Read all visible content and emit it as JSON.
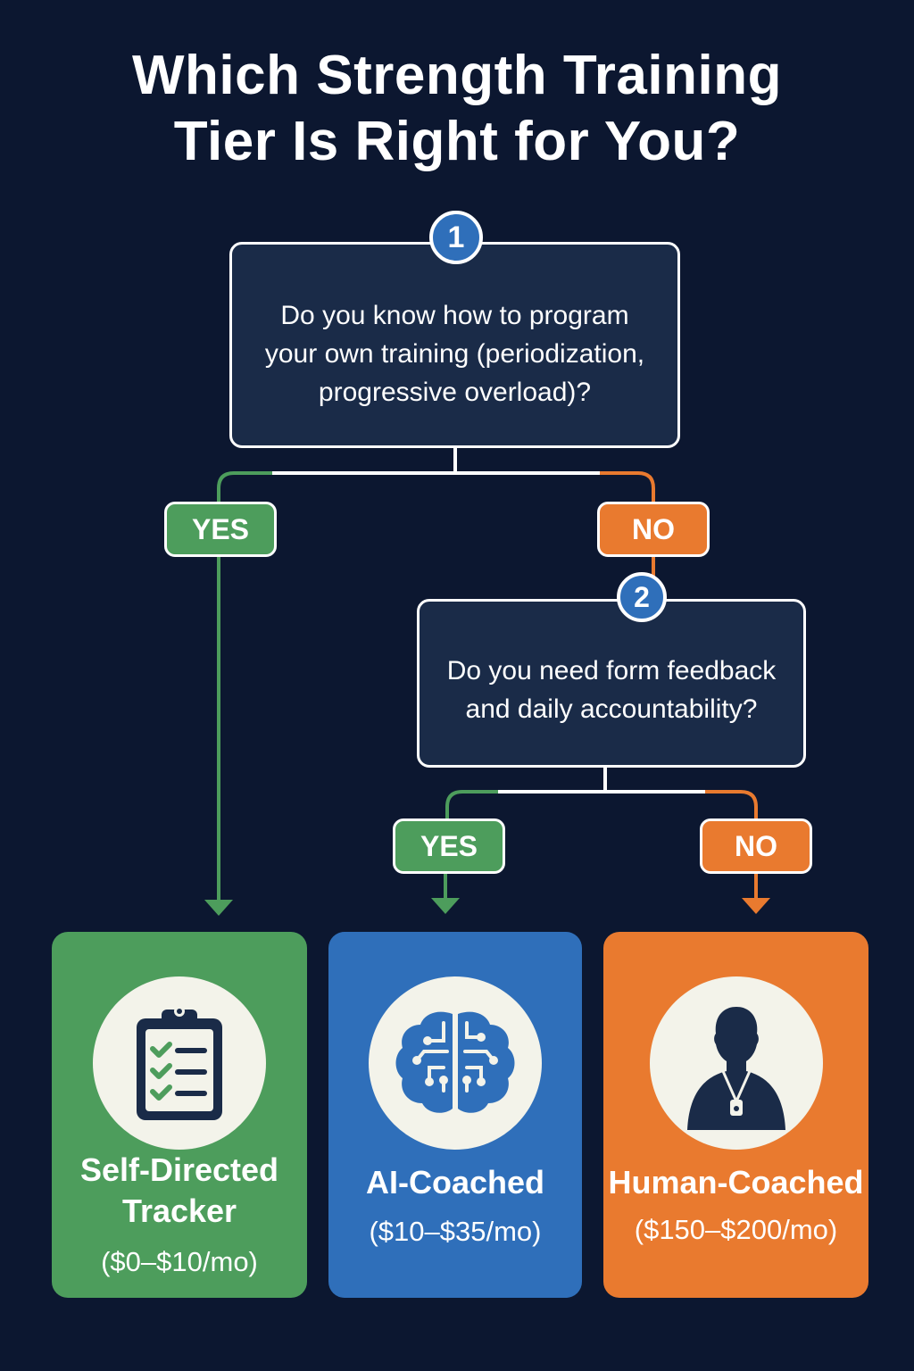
{
  "title": {
    "line1": "Which Strength Training",
    "line2": "Tier Is Right for You?"
  },
  "questions": [
    {
      "number": "1",
      "text": "Do you know how to program your own training (periodization, progressive overload)?"
    },
    {
      "number": "2",
      "text": "Do you need form feedback and daily accountability?"
    }
  ],
  "answers": {
    "yes": "YES",
    "no": "NO"
  },
  "outcomes": [
    {
      "title_line1": "Self-Directed",
      "title_line2": "Tracker",
      "price": "($0–$10/mo)",
      "icon": "clipboard-checklist-icon",
      "color": "#4d9d5c"
    },
    {
      "title": "AI-Coached",
      "price": "($10–$35/mo)",
      "icon": "brain-circuit-icon",
      "color": "#2f6fba"
    },
    {
      "title": "Human-Coached",
      "price": "($150–$200/mo)",
      "icon": "coach-whistle-icon",
      "color": "#e97a2f"
    }
  ],
  "colors": {
    "background": "#0c1730",
    "box": "#1a2b48",
    "yes": "#4d9d5c",
    "no": "#e97a2f",
    "step": "#2f6fba"
  }
}
